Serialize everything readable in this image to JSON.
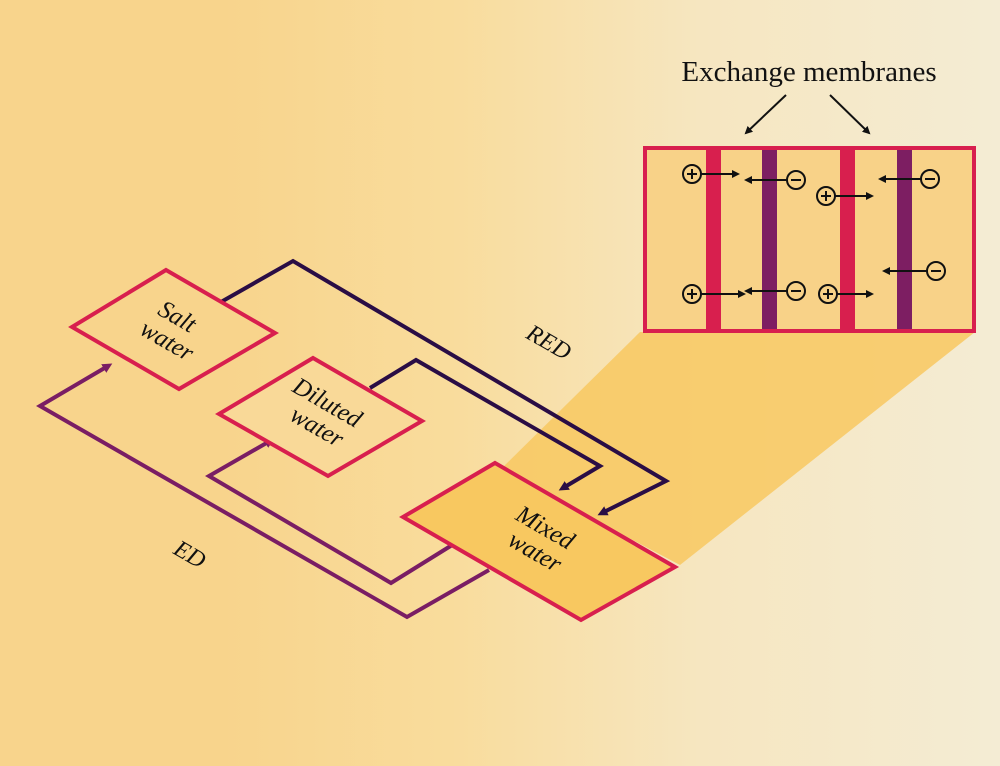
{
  "title": "Exchange membranes",
  "colors": {
    "box_border": "#d81f4e",
    "red_flow": "#2a0d45",
    "ed_flow": "#7a1d64",
    "cation_membrane": "#d81f4e",
    "anion_membrane": "#7d1e62",
    "inset_fill": "#f8d288",
    "highlight": "#f8c860"
  },
  "boxes": [
    {
      "id": "salt",
      "line1": "Salt",
      "line2": "water"
    },
    {
      "id": "diluted",
      "line1": "Diluted",
      "line2": "water"
    },
    {
      "id": "mixed",
      "line1": "Mixed",
      "line2": "water"
    }
  ],
  "flows": {
    "red_label": "RED",
    "ed_label": "ED"
  },
  "inset": {
    "label": "Exchange membranes",
    "membranes": [
      "cation",
      "anion",
      "cation",
      "anion"
    ],
    "ions": [
      {
        "charge": "+",
        "direction": "right"
      },
      {
        "charge": "−",
        "direction": "left"
      },
      {
        "charge": "+",
        "direction": "right"
      },
      {
        "charge": "−",
        "direction": "left"
      },
      {
        "charge": "+",
        "direction": "right"
      },
      {
        "charge": "−",
        "direction": "left"
      },
      {
        "charge": "+",
        "direction": "right"
      },
      {
        "charge": "−",
        "direction": "left"
      }
    ]
  }
}
